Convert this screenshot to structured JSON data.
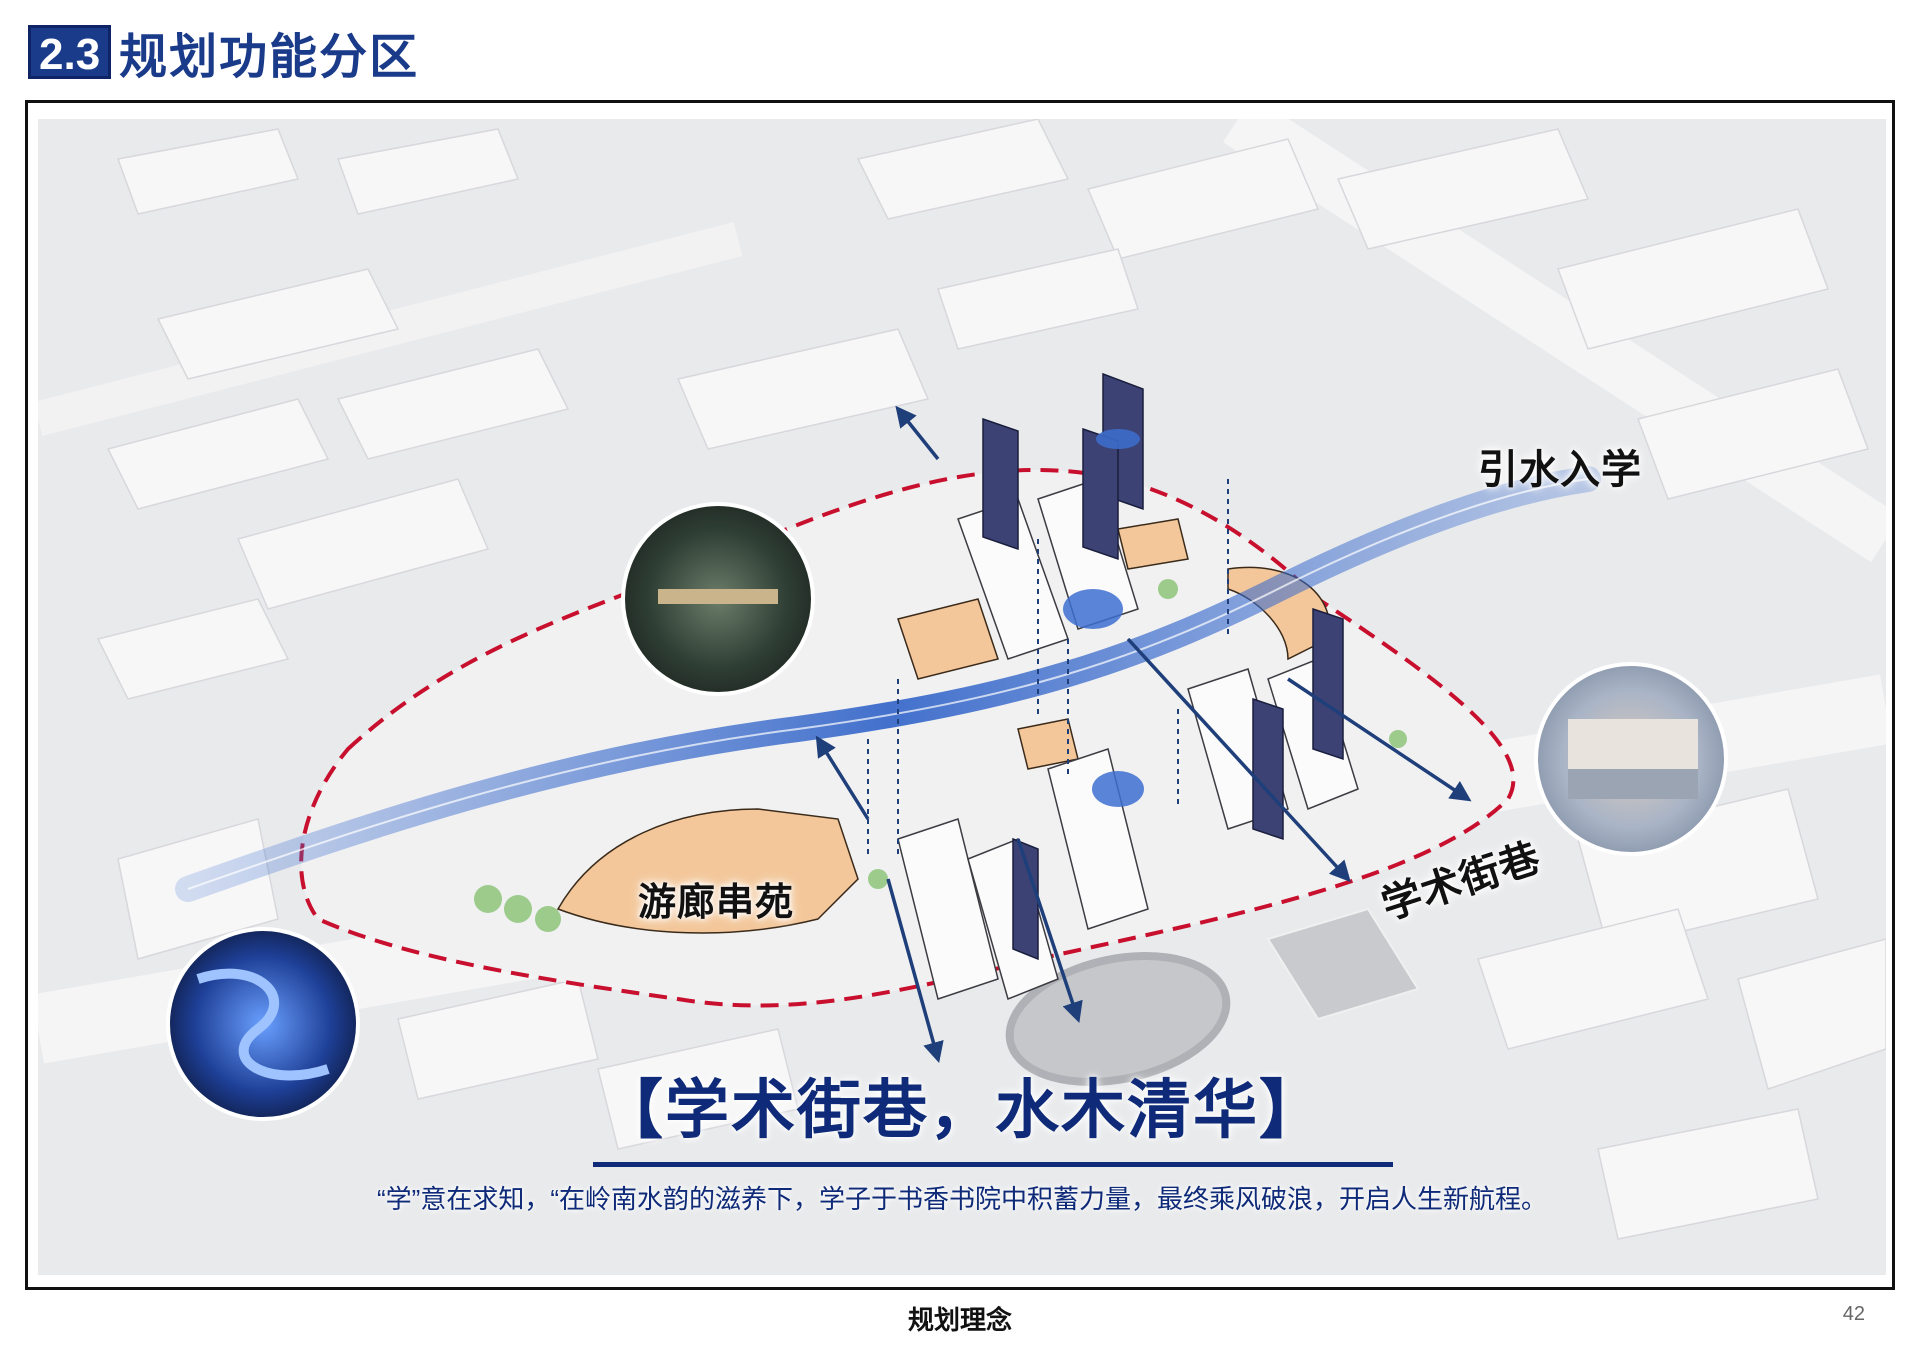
{
  "header": {
    "section_number": "2.3",
    "title": "规划功能分区"
  },
  "labels": {
    "water_intro": "引水入学",
    "academic_street_right": "学术街巷",
    "corridor_garden": "游廊串苑"
  },
  "slogan": "【学术街巷，水木清华】",
  "description": "“学”意在求知，“在岭南水韵的滋养下，学子于书香书院中积蓄力量，最终乘风破浪，开启人生新航程。",
  "footer": {
    "title": "规划理念",
    "page_number": "42"
  },
  "colors": {
    "accent_blue": "#1a3a8a",
    "boundary_red": "#c8102e",
    "river_blue": "#3d6fd0",
    "amenity_orange": "#f3c79a"
  }
}
